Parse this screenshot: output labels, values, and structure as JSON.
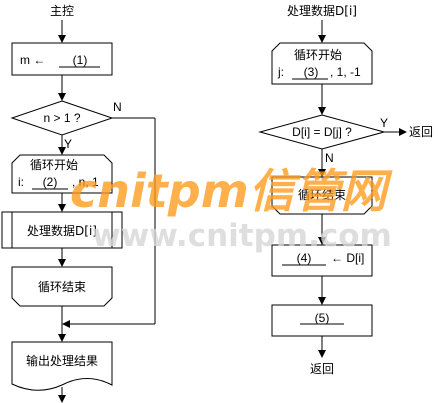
{
  "left": {
    "title": "主控",
    "assign": {
      "text": "m ←",
      "blank": "(1)"
    },
    "decision": {
      "text": "n  > 1 ?",
      "yes": "Y",
      "no": "N"
    },
    "loop_start": {
      "label": "循环开始",
      "prefix": "i:",
      "blank": "(2)",
      "suffix": ", n, 1"
    },
    "process": "处理数据D[i]",
    "loop_end": "循环结束",
    "output": "输出处理结果"
  },
  "right": {
    "title": "处理数据D[i]",
    "loop_start": {
      "label": "循环开始",
      "prefix": "j:",
      "blank": "(3)",
      "suffix": ", 1, -1"
    },
    "decision": {
      "text": "D[i] = D[j] ?",
      "yes": "Y",
      "no": "N",
      "yes_target": "返回"
    },
    "loop_end": "循环结束",
    "assign": {
      "blank": "(4)",
      "text": "← D[i]"
    },
    "process": {
      "blank": "(5)"
    },
    "end": "返回"
  },
  "watermark": {
    "brand": "cnitpm信管网",
    "url": "www.cnitpm.com"
  }
}
